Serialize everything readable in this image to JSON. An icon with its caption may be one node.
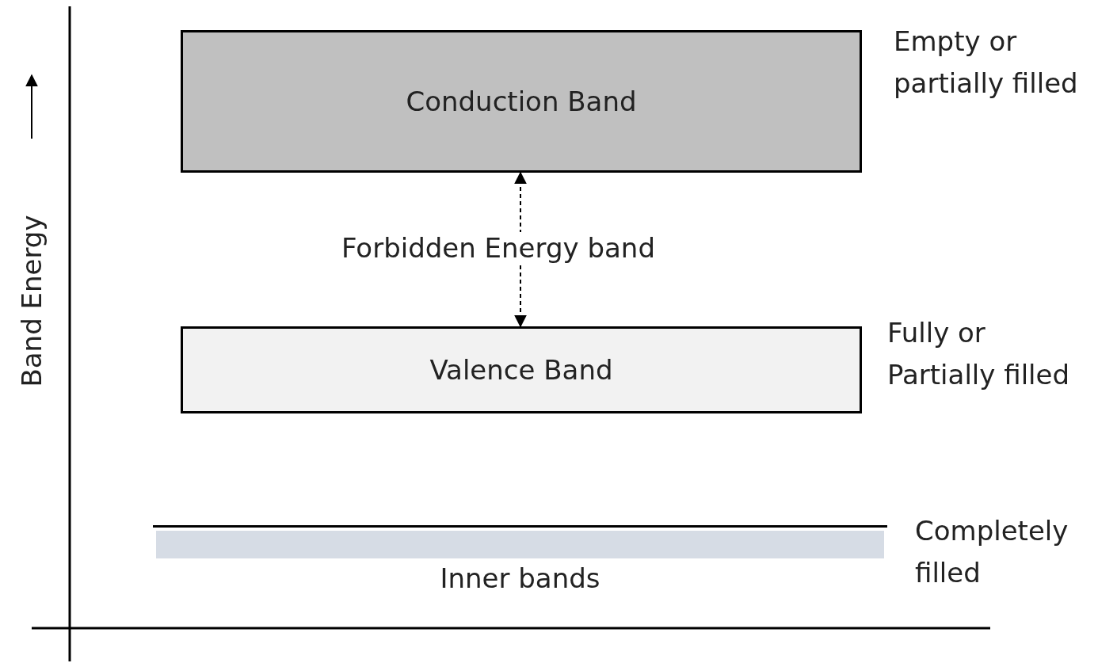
{
  "diagram": {
    "nodes": [
      {
        "text": [
          "Conduction Band"
        ],
        "beside": [
          "Empty or partially filled"
        ]
      },
      {
        "text": [
          "Valence Band"
        ],
        "beside": [
          "Fully or Partially filled"
        ]
      },
      {
        "text": [
          "Inner bands"
        ],
        "beside": [
          "Completely filled"
        ]
      }
    ],
    "edges": [
      {
        "from": 1,
        "to": 0,
        "arrow": "both",
        "style": "dashed",
        "label": "Forbidden Energy band"
      }
    ],
    "labels": [
      "Band Energy"
    ]
  }
}
